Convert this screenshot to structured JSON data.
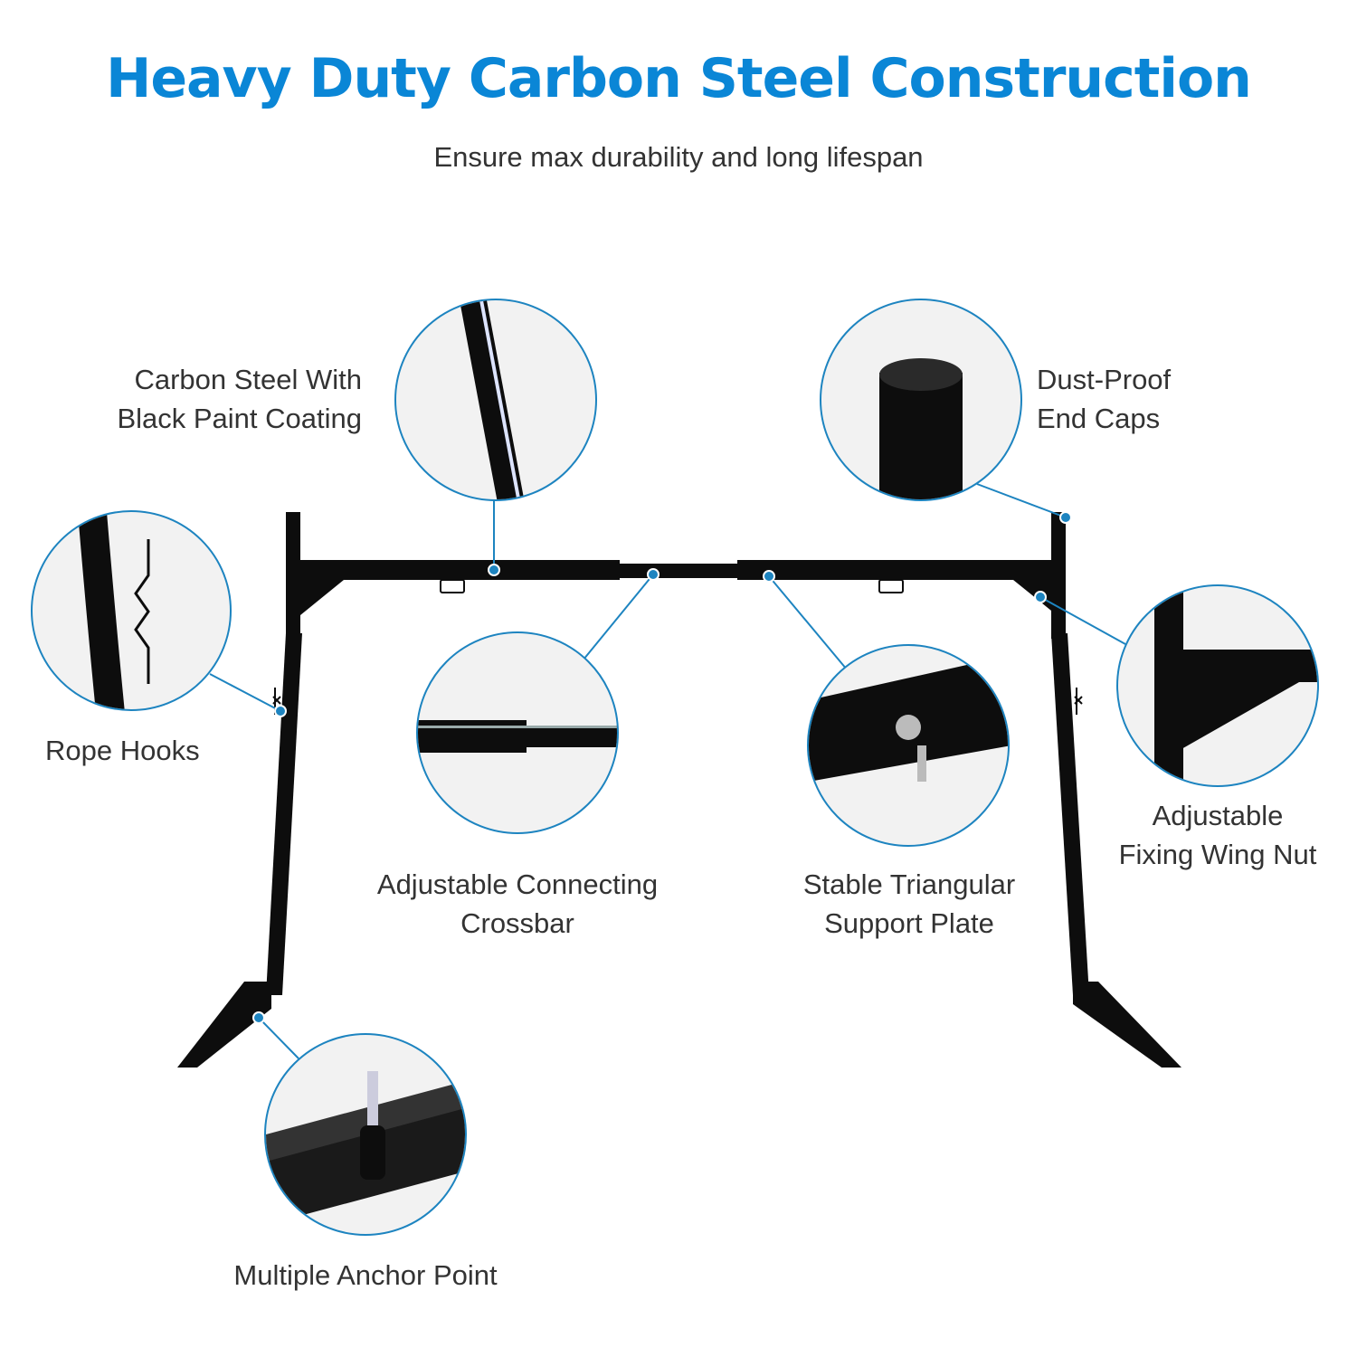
{
  "header": {
    "title": "Heavy Duty Carbon Steel Construction",
    "subtitle": "Ensure max durability and long lifespan"
  },
  "features": [
    {
      "id": "coating",
      "label_lines": [
        "Carbon Steel With",
        "Black Paint Coating"
      ]
    },
    {
      "id": "end_caps",
      "label_lines": [
        "Dust-Proof",
        "End Caps"
      ]
    },
    {
      "id": "rope_hooks",
      "label_lines": [
        "Rope Hooks"
      ]
    },
    {
      "id": "crossbar",
      "label_lines": [
        "Adjustable Connecting",
        "Crossbar"
      ]
    },
    {
      "id": "support_plate",
      "label_lines": [
        "Stable Triangular",
        "Support Plate"
      ]
    },
    {
      "id": "wing_nut",
      "label_lines": [
        "Adjustable",
        "Fixing Wing Nut"
      ]
    },
    {
      "id": "anchor_point",
      "label_lines": [
        "Multiple Anchor Point"
      ]
    }
  ],
  "colors": {
    "title": "#0a86d6",
    "callout_line": "#1d84c0",
    "text": "#333333",
    "steel": "#0d0d0d"
  }
}
